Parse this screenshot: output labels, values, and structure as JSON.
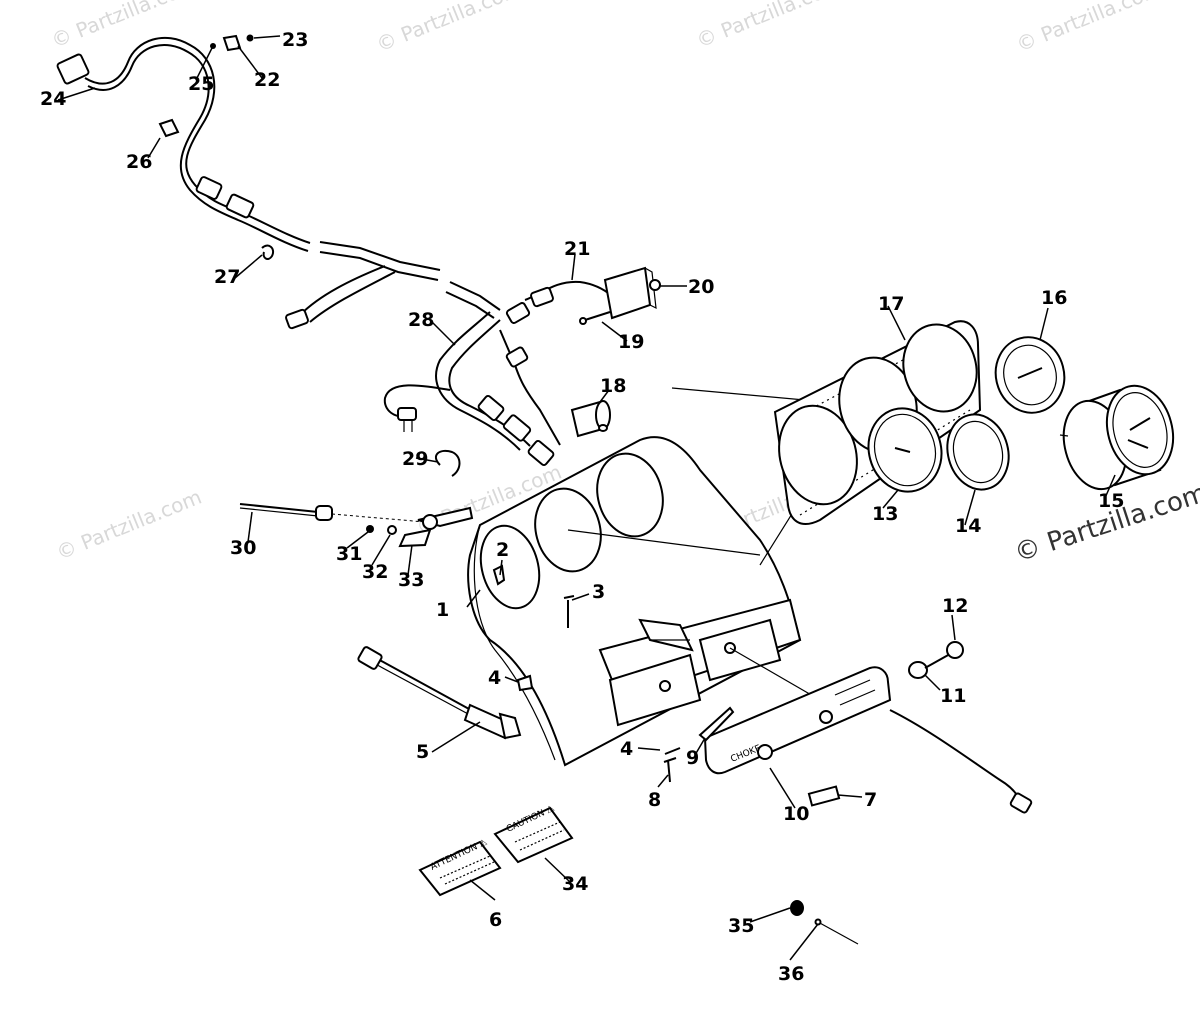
{
  "diagram": {
    "watermark_faint": "© Partzilla.com",
    "watermark_main": "© Partzilla.com",
    "panel_choke_text": "CHOKE",
    "decals": {
      "attention": "ATTENTION ⚠",
      "caution": "CAUTION ⚠"
    },
    "callouts": [
      "1",
      "2",
      "3",
      "4",
      "5",
      "6",
      "7",
      "8",
      "9",
      "10",
      "11",
      "12",
      "13",
      "14",
      "15",
      "16",
      "17",
      "18",
      "19",
      "20",
      "21",
      "22",
      "23",
      "24",
      "25",
      "26",
      "27",
      "28",
      "29",
      "30",
      "31",
      "32",
      "33",
      "34",
      "35",
      "36"
    ]
  }
}
